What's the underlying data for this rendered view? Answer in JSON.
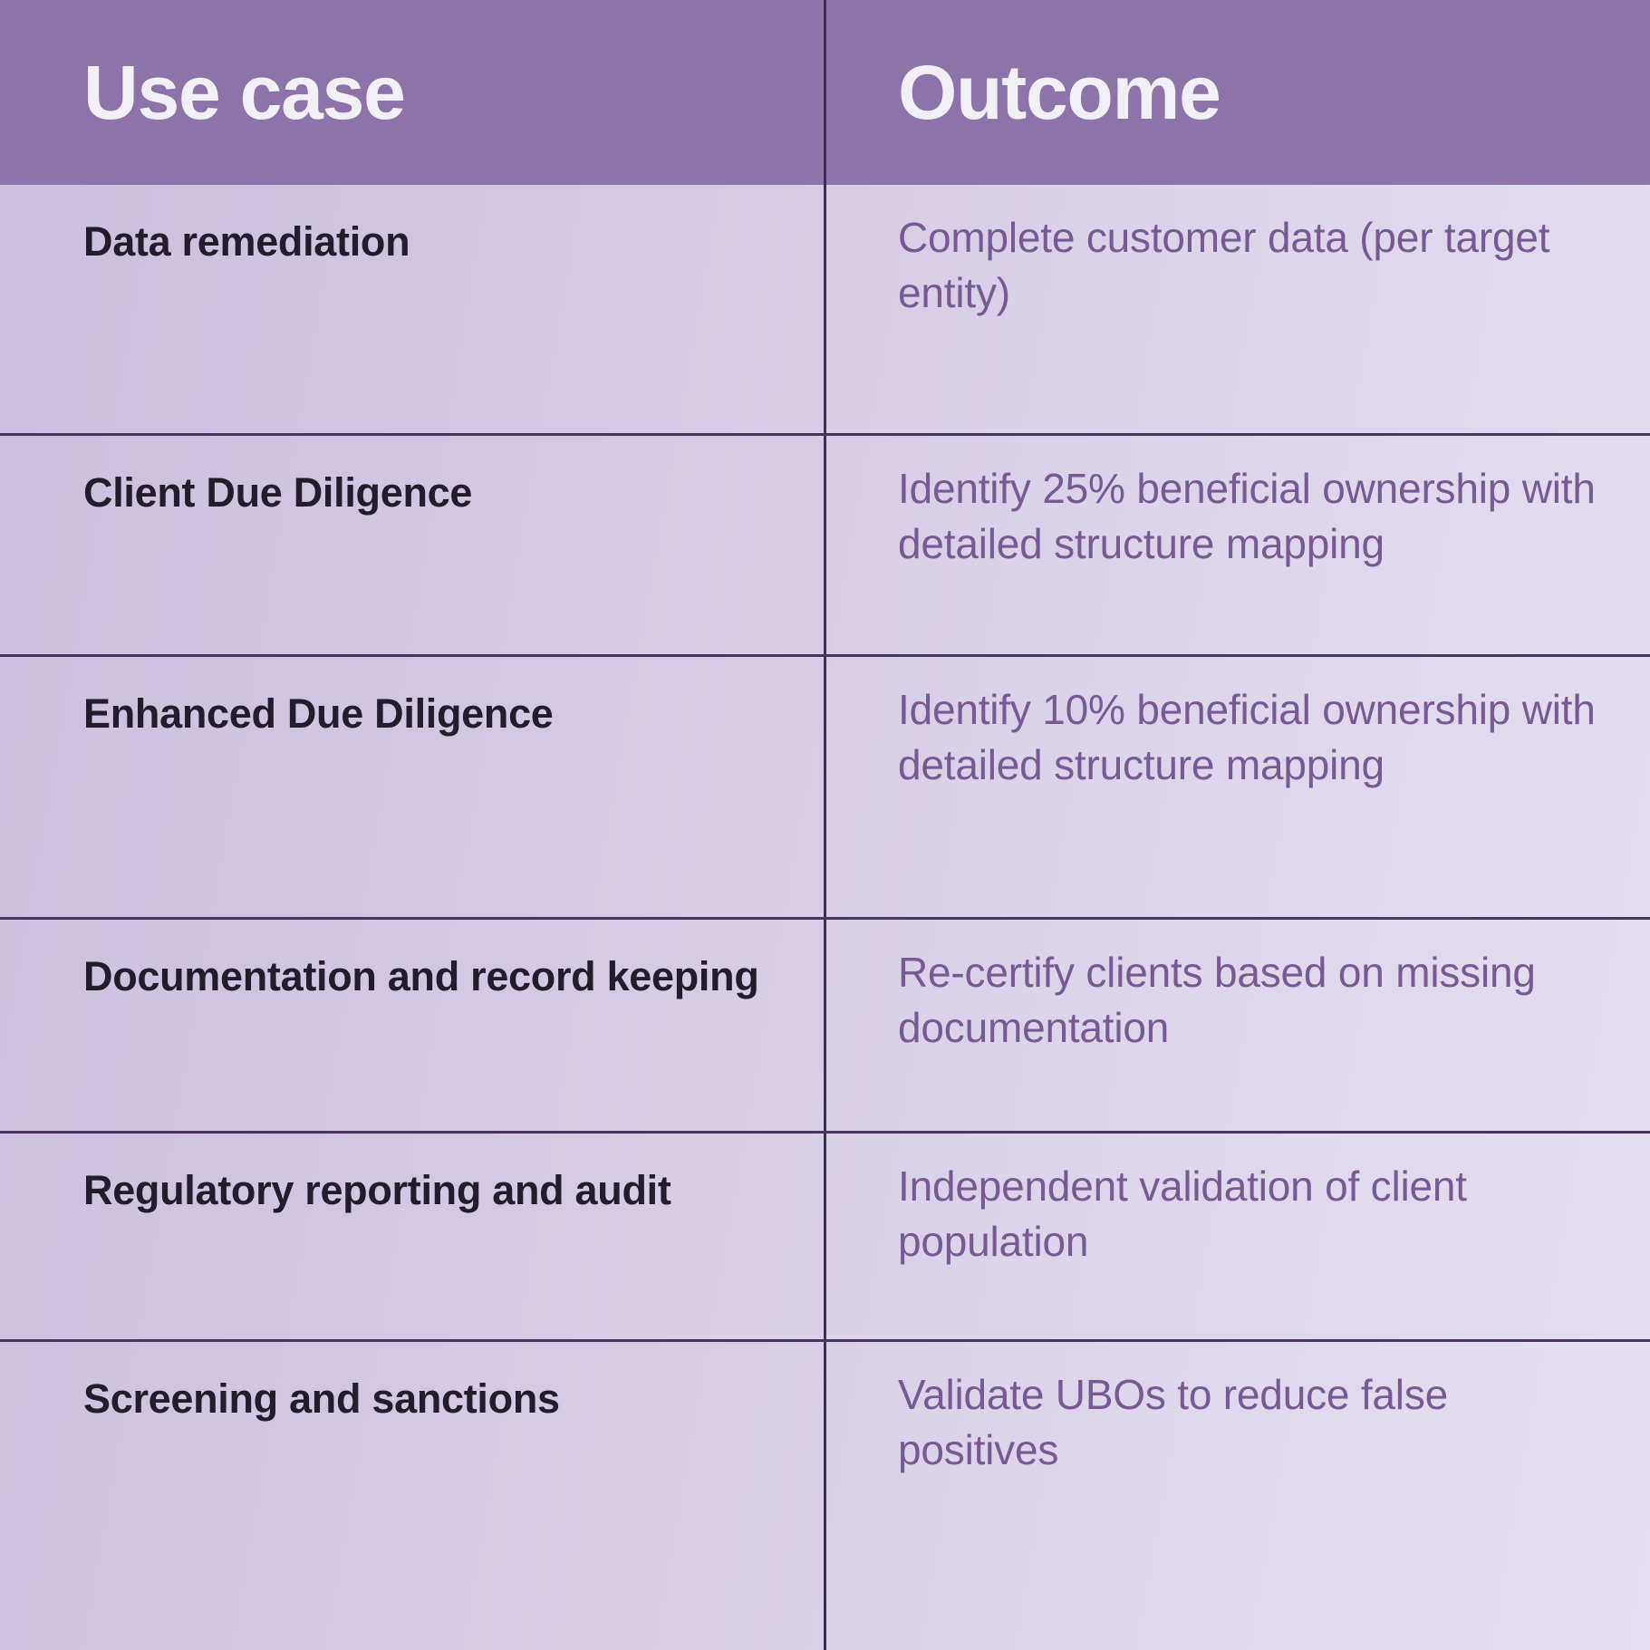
{
  "table": {
    "columns": [
      {
        "key": "use_case",
        "header": "Use case"
      },
      {
        "key": "outcome",
        "header": "Outcome"
      }
    ],
    "rows": [
      {
        "use_case": "Data remediation",
        "outcome": "Complete customer data (per target entity)"
      },
      {
        "use_case": "Client Due Diligence",
        "outcome": "Identify 25% beneficial ownership with detailed structure mapping"
      },
      {
        "use_case": "Enhanced Due Diligence",
        "outcome": "Identify 10% beneficial ownership with detailed structure mapping"
      },
      {
        "use_case": "Documentation and record keeping",
        "outcome": "Re-certify clients based on missing documentation"
      },
      {
        "use_case": "Regulatory reporting and audit",
        "outcome": "Independent validation of client population"
      },
      {
        "use_case": "Screening and sanctions",
        "outcome": "Validate UBOs to reduce false positives"
      }
    ]
  },
  "colors": {
    "header_background": "#8C74AA",
    "header_text": "#F2F0F7",
    "body_background_left": "#CBBFDD",
    "body_background_right": "#E5DFF1",
    "use_case_text": "#231D2B",
    "outcome_text": "#775A93",
    "divider": "#4A3560"
  }
}
